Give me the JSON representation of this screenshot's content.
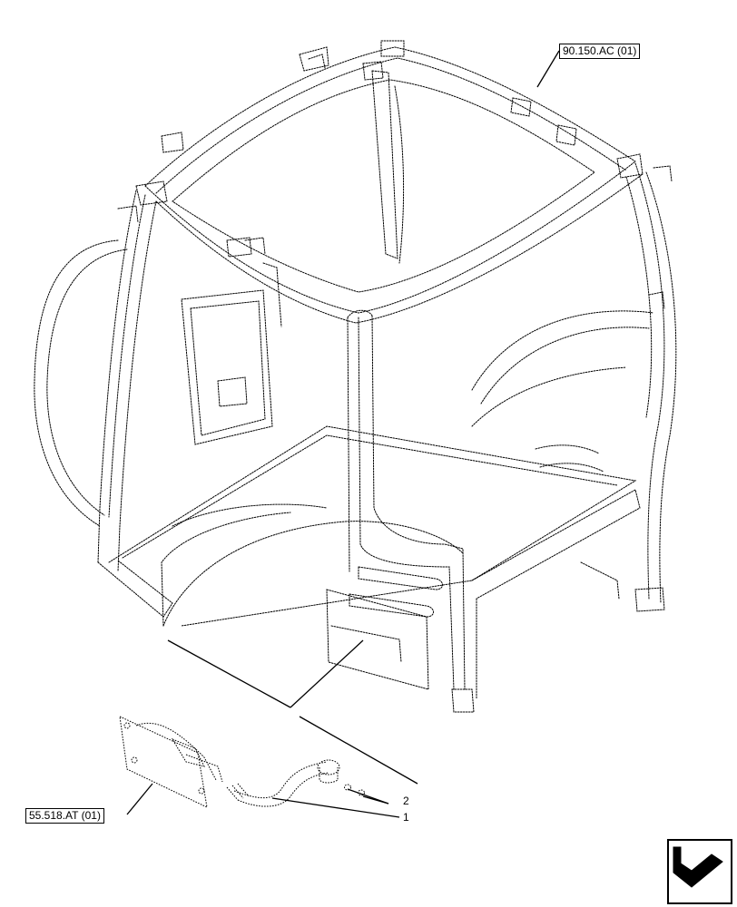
{
  "references": {
    "top_ref": "90.150.AC (01)",
    "left_ref": "55.518.AT (01)"
  },
  "callouts": {
    "item_1": "1",
    "item_2": "2"
  },
  "icons": {
    "nav": "next-page-arrow-icon"
  }
}
